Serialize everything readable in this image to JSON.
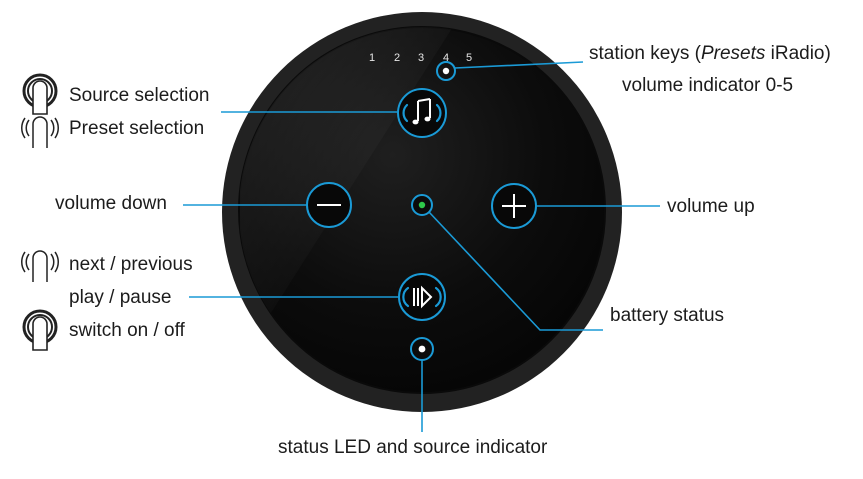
{
  "device": {
    "preset_numbers": [
      "1",
      "2",
      "3",
      "4",
      "5"
    ]
  },
  "labels": {
    "station_keys_prefix": "station keys (",
    "station_keys_italic": "Presets",
    "station_keys_suffix": " iRadio)",
    "volume_indicator": "volume indicator 0-5",
    "source_selection": "Source selection",
    "preset_selection": "Preset selection",
    "volume_down": "volume down",
    "volume_up": "volume up",
    "next_previous": "next / previous",
    "play_pause": "play / pause",
    "switch_on_off": "switch on / off",
    "battery_status": "battery status",
    "status_led": "status LED and source indicator"
  },
  "colors": {
    "accent": "#1a9ad6",
    "led_green": "#2ec84a",
    "device_body": "#111111",
    "device_ring": "#262626"
  },
  "icons": {
    "source_button": "music-note-icon",
    "play_button": "play-pause-icon",
    "long_press": "finger-long-press-icon",
    "short_press": "finger-short-press-icon"
  }
}
